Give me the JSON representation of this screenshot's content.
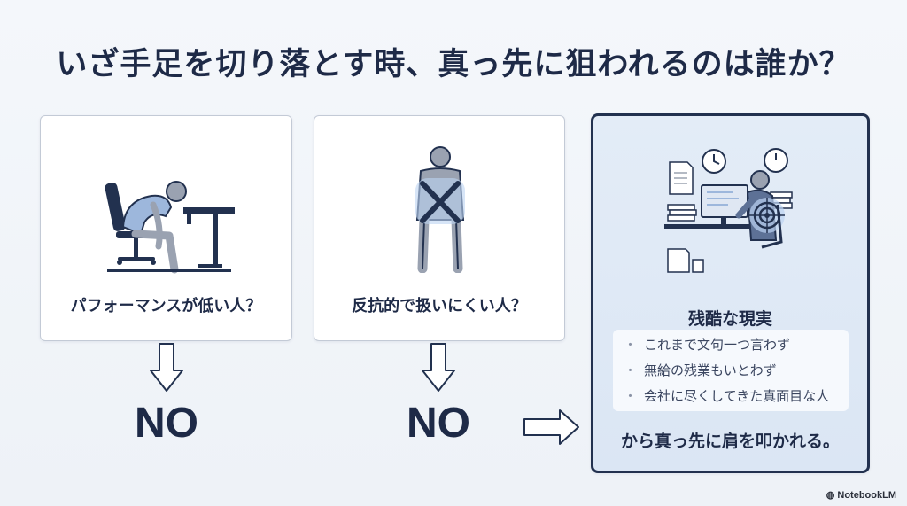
{
  "title": "いざ手足を切り落とす時、真っ先に狙われるのは誰か？",
  "cards": [
    {
      "label": "パフォーマンスが低い人？",
      "verdict": "NO"
    },
    {
      "label": "反抗的で扱いにくい人？",
      "verdict": "NO"
    }
  ],
  "reality": {
    "title": "残酷な現実",
    "items": [
      "これまで文句一つ言わず",
      "無給の残業もいとわず",
      "会社に尽くしてきた真面目な人"
    ],
    "conclusion": "から真っ先に肩を叩かれる。"
  },
  "footer": "NotebookLM"
}
